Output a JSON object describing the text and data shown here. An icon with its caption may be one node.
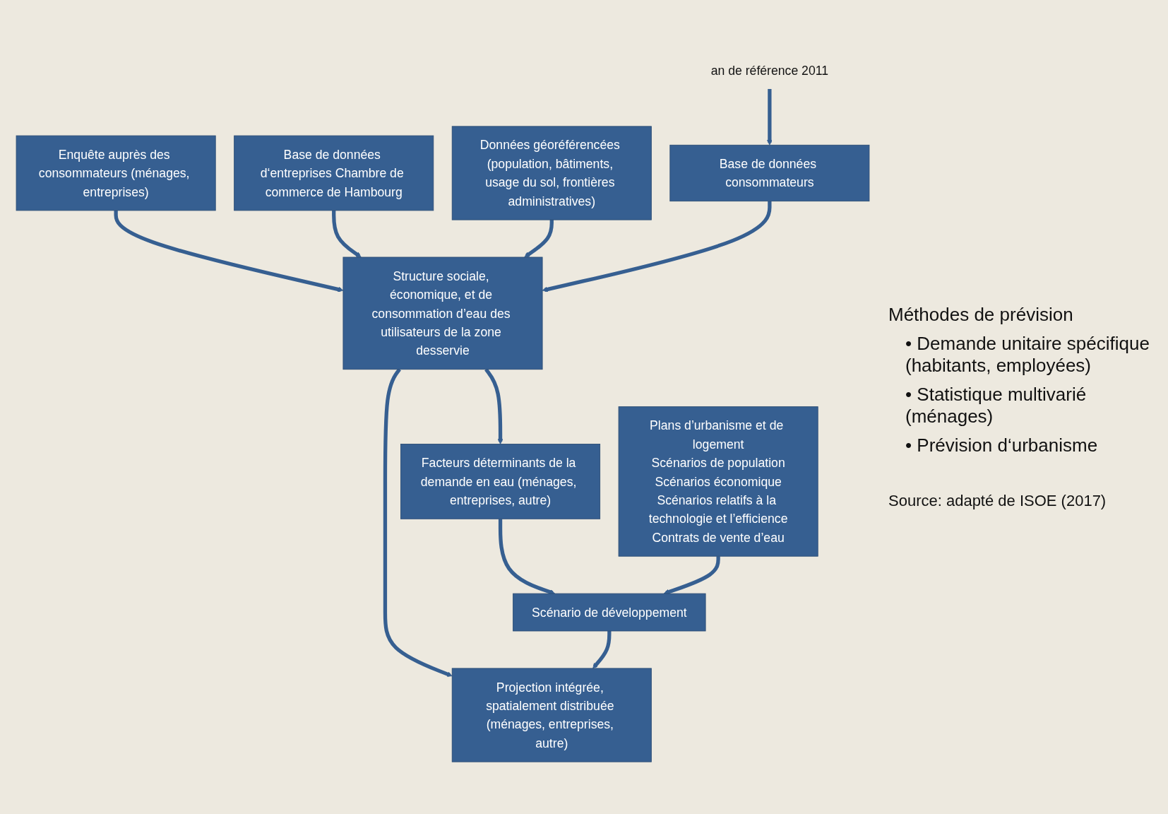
{
  "diagram": {
    "nodes": [
      {
        "text": [
          "Enquête auprès des consommateurs (ménages, entreprises)"
        ]
      },
      {
        "text": [
          "Base de données d‘entreprises Chambre de commerce de Hambourg"
        ]
      },
      {
        "text": [
          "Données géoréférencées (population, bâtiments, usage du sol, frontières administratives)"
        ]
      },
      {
        "text": [
          "Base de données consommateurs"
        ]
      },
      {
        "text": [
          "Structure sociale, économique, et de consommation d’eau des utilisateurs de la zone desservie"
        ]
      },
      {
        "text": [
          "Facteurs déterminants de la demande en eau (ménages, entreprises, autre)"
        ]
      },
      {
        "text": [
          "Scénario de développement"
        ]
      },
      {
        "text": [
          "Plans d’urbanisme et de logement",
          "Scénarios de population",
          "Scénarios économique",
          "Scénarios relatifs à la technologie et l’efficience",
          "Contrats de vente d’eau"
        ]
      },
      {
        "text": [
          "Projection intégrée, spatialement distribuée (ménages, entreprises, autre)"
        ]
      },
      {
        "text": [
          "an de référence 2011"
        ]
      }
    ],
    "edges": [
      {
        "from": 0,
        "to": 4,
        "arrow": "to"
      },
      {
        "from": 1,
        "to": 4,
        "arrow": "to"
      },
      {
        "from": 2,
        "to": 4,
        "arrow": "to"
      },
      {
        "from": 3,
        "to": 4,
        "arrow": "to"
      },
      {
        "from": 4,
        "to": 5,
        "arrow": "to"
      },
      {
        "from": 4,
        "to": 8,
        "arrow": "to"
      },
      {
        "from": 5,
        "to": 6,
        "arrow": "to"
      },
      {
        "from": 7,
        "to": 6,
        "arrow": "to"
      },
      {
        "from": 6,
        "to": 8,
        "arrow": "to"
      },
      {
        "from": 9,
        "to": 3,
        "arrow": "to"
      }
    ],
    "labels": [
      "Méthodes de prévision",
      "• Demande unitaire spécifique (habitants, employées)",
      "• Statistique multivarié (ménages)",
      "• Prévision d‘urbanisme",
      "Source: adapté de ISOE (2017)"
    ]
  }
}
